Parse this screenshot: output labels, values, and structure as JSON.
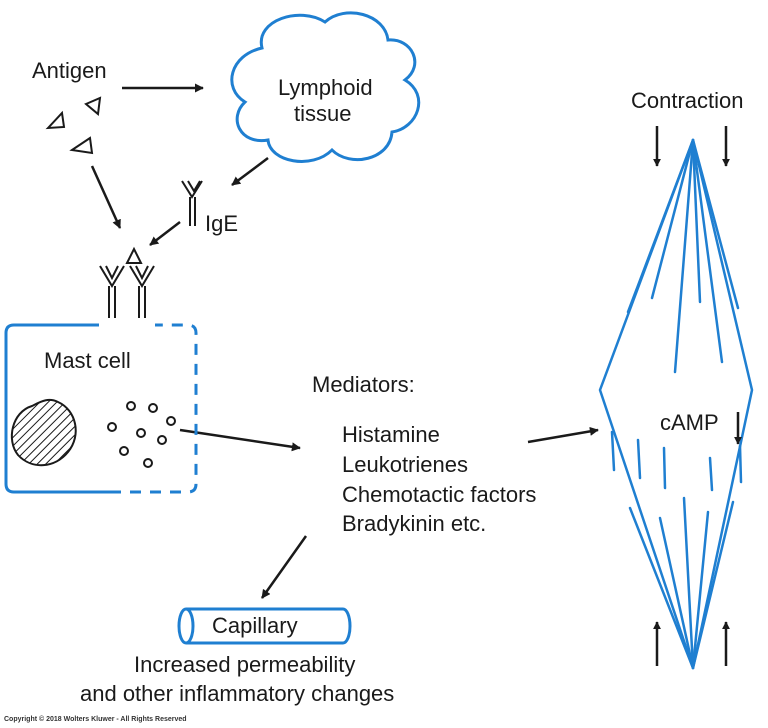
{
  "colors": {
    "accent": "#1f7fd1",
    "ink": "#1a1a1a"
  },
  "labels": {
    "antigen": "Antigen",
    "lymphoid_line1": "Lymphoid",
    "lymphoid_line2": "tissue",
    "ige": "IgE",
    "mast_cell": "Mast cell",
    "mediators": "Mediators:",
    "histamine": "Histamine",
    "leukotrienes": "Leukotrienes",
    "chemotactic": "Chemotactic factors",
    "bradykinin": "Bradykinin etc.",
    "contraction": "Contraction",
    "camp": "cAMP",
    "capillary": "Capillary",
    "permeability_line1": "Increased permeability",
    "permeability_line2": "and other inflammatory changes",
    "copyright": "Copyright © 2018 Wolters Kluwer - All Rights Reserved"
  }
}
